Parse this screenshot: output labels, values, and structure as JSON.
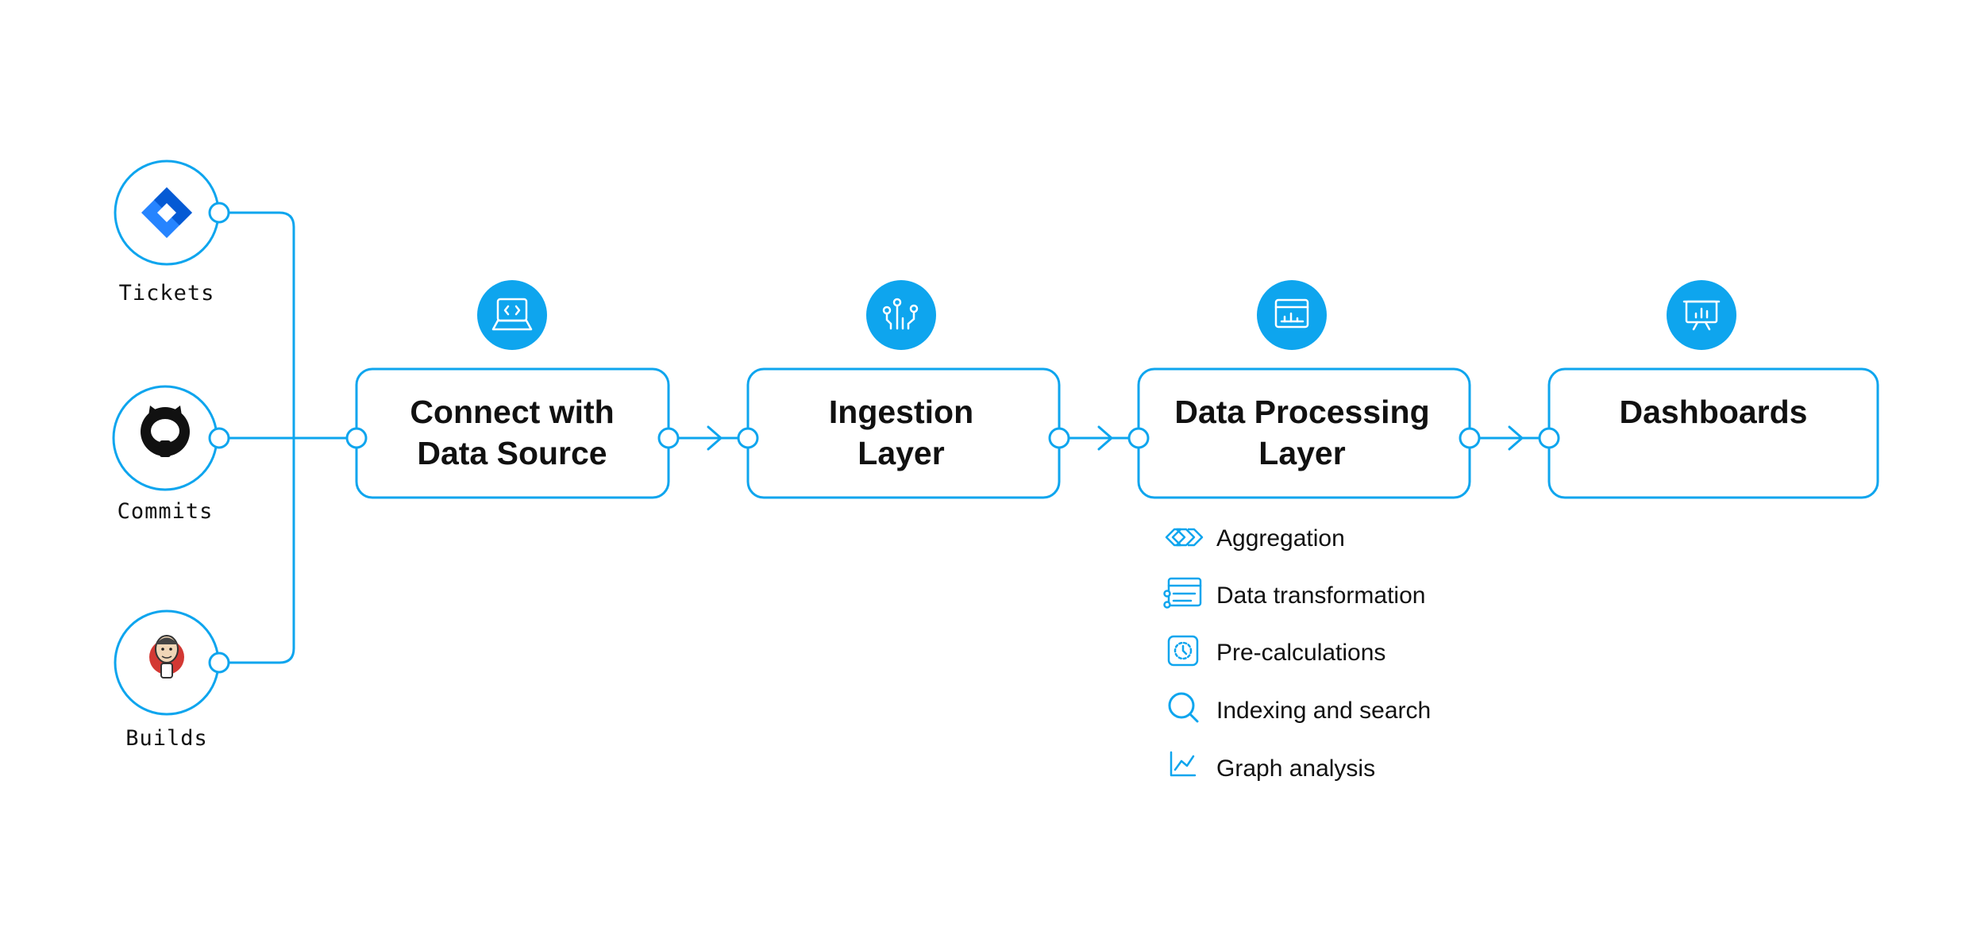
{
  "colors": {
    "accent": "#0ea5ee",
    "text": "#111111",
    "background": "#ffffff"
  },
  "sources": [
    {
      "label": "Tickets",
      "icon": "jira-logo-icon"
    },
    {
      "label": "Commits",
      "icon": "github-logo-icon"
    },
    {
      "label": "Builds",
      "icon": "jenkins-logo-icon"
    }
  ],
  "stages": [
    {
      "lines": [
        "Connect with",
        "Data Source"
      ],
      "icon": "laptop-code-icon"
    },
    {
      "lines": [
        "Ingestion",
        "Layer"
      ],
      "icon": "circuit-icon"
    },
    {
      "lines": [
        "Data Processing",
        "Layer"
      ],
      "icon": "browser-chart-icon"
    },
    {
      "lines": [
        "Dashboards"
      ],
      "icon": "presentation-board-icon"
    }
  ],
  "features": [
    {
      "label": "Aggregation",
      "icon": "chevrons-icon"
    },
    {
      "label": "Data transformation",
      "icon": "browser-list-icon"
    },
    {
      "label": "Pre-calculations",
      "icon": "timer-icon"
    },
    {
      "label": "Indexing and search",
      "icon": "search-icon"
    },
    {
      "label": "Graph analysis",
      "icon": "line-chart-icon"
    }
  ]
}
